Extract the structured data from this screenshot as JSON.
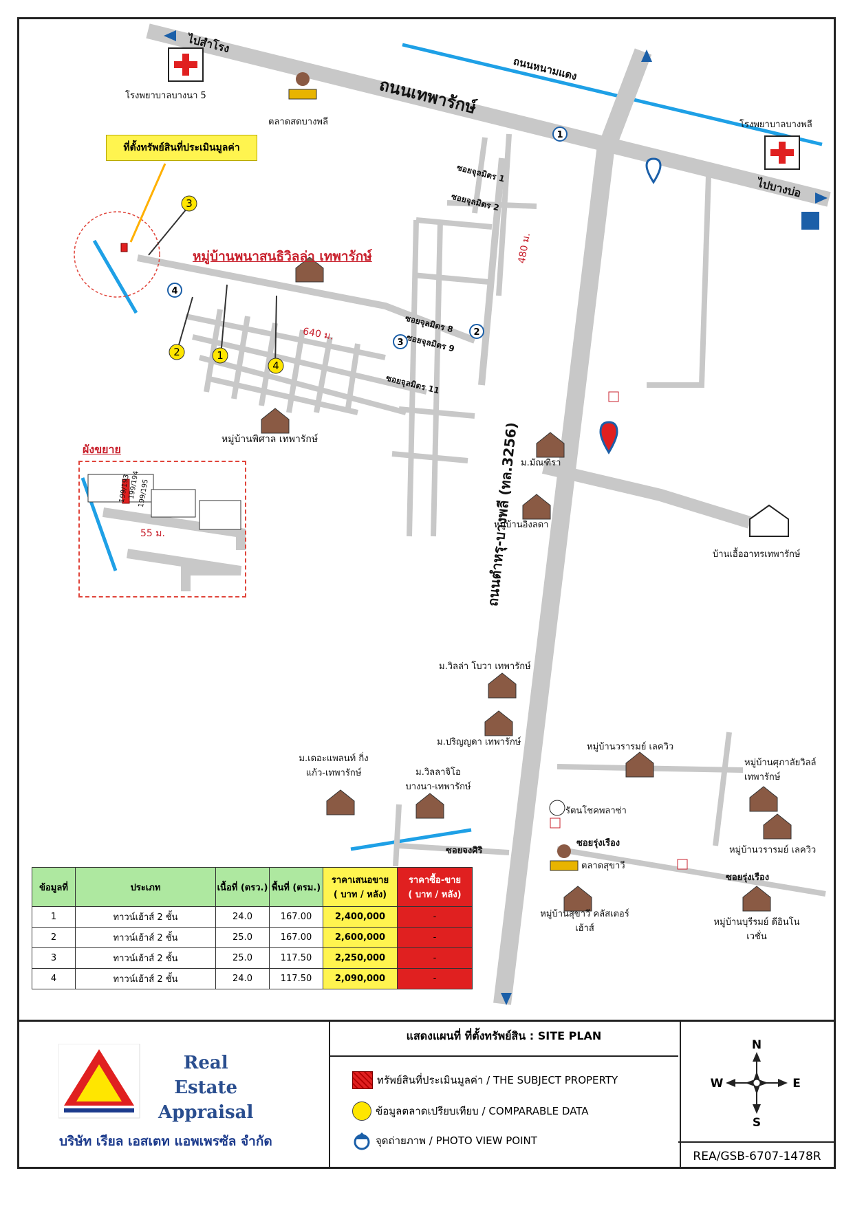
{
  "header": {
    "callout": "ที่ตั้งทรัพย์สินที่ประเมินมูลค่า"
  },
  "roads": {
    "thepharak": "ถนนเทพารักษ์",
    "nam_daeng": "ถนนหนามแดง",
    "tamru_bangphli": "ถนนตำหรุ-บางพลี (ทล.3256)",
    "to_samrong": "ไปสำโรง",
    "to_bang_bo": "ไปบางบ่อ",
    "soi_jusmit_1": "ซอยจุลมิตร 1",
    "soi_jusmit_2": "ซอยจุลมิตร 2",
    "soi_jusmit_8": "ซอยจุลมิตร 8",
    "soi_jusmit_9": "ซอยจุลมิตร 9",
    "soi_jusmit_11": "ซอยจุลมิตร 11",
    "soi_rungrueang_1": "ซอยรุ่งเรือง",
    "soi_rungrueang_2": "ซอยรุ่งเรือง",
    "soi_jongsiri": "ซอยจงศิริ",
    "distance_480": "480 ม.",
    "distance_640": "640 ม.",
    "distance_55": "55 ม."
  },
  "places": {
    "hospital_bangna5": "โรงพยาบาลบางนา 5",
    "market_bangphli": "ตลาดสดบางพลี",
    "hospital_bangphli": "โรงพยาบาลบางพลี",
    "village_panasan": "หมู่บ้านพนาสนธิวิลล่า เทพารักษ์",
    "village_phisan": "หมู่บ้านพิศาล เทพารักษ์",
    "village_manthira": "ม.มัณฑิรา",
    "village_ingladda": "หมู่บ้านอิงลดา",
    "baan_uea_athorn": "บ้านเอื้ออาทรเทพารักษ์",
    "villa_bova": "ม.วิลล่า โบวา เทพารักษ์",
    "parinyada": "ม.ปริญญดา เทพารักษ์",
    "village_worarom_1": "หมู่บ้านวรารมย์ เลควิว",
    "village_supalai": "หมู่บ้านศุภาลัยวิลล์ เทพารักษ์",
    "the_plant": "ม.เดอะแพลนท์ กิ่งแก้ว-เทพารักษ์",
    "villaggio": "ม.วิลลาจิโอ บางนา-เทพารักษ์",
    "ratchok_plaza": "รัตนโชคพลาซ่า",
    "village_worarom_2": "หมู่บ้านวรารมย์ เลควิว",
    "market_suksawi": "ตลาดสุขาวี",
    "suksawi_cluster": "หมู่บ้านสุขาวี คลัสเตอร์ เฮ้าส์",
    "village_burirom": "หมู่บ้านบุรีรมย์ ดีอินโนเวชั่น"
  },
  "markers": {
    "comp": [
      "1",
      "2",
      "3",
      "4"
    ],
    "view": [
      "1",
      "2",
      "3",
      "4"
    ]
  },
  "inset": {
    "title": "ผังขยาย",
    "lot_a": "199/193",
    "lot_b": "199/194",
    "lot_c": "199/195"
  },
  "table": {
    "headers": [
      "ข้อมูลที่",
      "ประเภท",
      "เนื้อที่ (ตรว.)",
      "พื้นที่ (ตรม.)",
      "ราคาเสนอขาย",
      "ราคาซื้อ-ขาย"
    ],
    "unit": "( บาท / หลัง)",
    "rows": [
      {
        "no": "1",
        "type": "ทาวน์เฮ้าส์ 2 ชั้น",
        "land": "24.0",
        "area": "167.00",
        "price": "2,400,000",
        "sold": "-"
      },
      {
        "no": "2",
        "type": "ทาวน์เฮ้าส์ 2 ชั้น",
        "land": "25.0",
        "area": "167.00",
        "price": "2,600,000",
        "sold": "-"
      },
      {
        "no": "3",
        "type": "ทาวน์เฮ้าส์ 2 ชั้น",
        "land": "25.0",
        "area": "117.50",
        "price": "2,250,000",
        "sold": "-"
      },
      {
        "no": "4",
        "type": "ทาวน์เฮ้าส์ 2 ชั้น",
        "land": "24.0",
        "area": "117.50",
        "price": "2,090,000",
        "sold": "-"
      }
    ]
  },
  "footer": {
    "brand_line1": "Real",
    "brand_line2": "Estate",
    "brand_line3": "Appraisal",
    "company": "บริษัท เรียล เอสเตท แอพเพรซัล จำกัด",
    "plan_title": "แสดงแผนที่ ที่ตั้งทรัพย์สิน : SITE PLAN",
    "legend_subject": "ทรัพย์สินที่ประเมินมูลค่า / THE SUBJECT PROPERTY",
    "legend_comp": "ข้อมูลตลาดเปรียบเทียบ / COMPARABLE DATA",
    "legend_view": "จุดถ่ายภาพ / PHOTO VIEW POINT",
    "compass_n": "N",
    "compass_s": "S",
    "compass_e": "E",
    "compass_w": "W",
    "ref": "REA/GSB-6707-1478R"
  },
  "colors": {
    "road": "#c8c8c8",
    "canal": "#1ea0e6",
    "highlight": "#fff44f",
    "subject": "#e02020"
  }
}
